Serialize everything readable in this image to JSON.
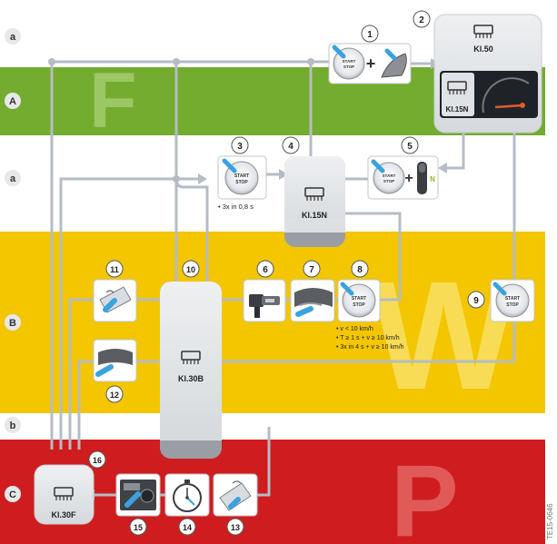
{
  "rows": {
    "left_labels": [
      "a",
      "A",
      "a",
      "B",
      "b",
      "C"
    ],
    "big_letters": [
      "F",
      "W",
      "P"
    ]
  },
  "markers": [
    "1",
    "2",
    "3",
    "4",
    "5",
    "6",
    "7",
    "8",
    "9",
    "10",
    "11",
    "12",
    "13",
    "14",
    "15",
    "16"
  ],
  "terminals": {
    "kl50": "Kl.50",
    "kl15n_top": "Kl.15N",
    "kl15n_center": "Kl.15N",
    "kl30b": "Kl.30B",
    "kl30f": "Kl.30F"
  },
  "button_text": {
    "line1": "START",
    "line2": "STOP"
  },
  "plus_sign": "+",
  "gear_label": "N",
  "notes": {
    "n3": "• 3x in 0,8 s",
    "n8_1": "• v < 10 km/h",
    "n8_2": "• T ≥ 1 s + v ≥ 10 km/h",
    "n8_3": "• 3x in 4 s + v ≥ 10 km/h"
  },
  "figure_code": "TE15-0646",
  "colors": {
    "green": "#74ac2f",
    "yellow": "#f3c600",
    "red": "#cf1d1f",
    "connector": "#b5bcc4",
    "box_fill": "#e0e3e6",
    "box_bottom": "#9a9ea4",
    "marker_fill": "#ffffff",
    "accent_blue": "#3aa2e0"
  }
}
